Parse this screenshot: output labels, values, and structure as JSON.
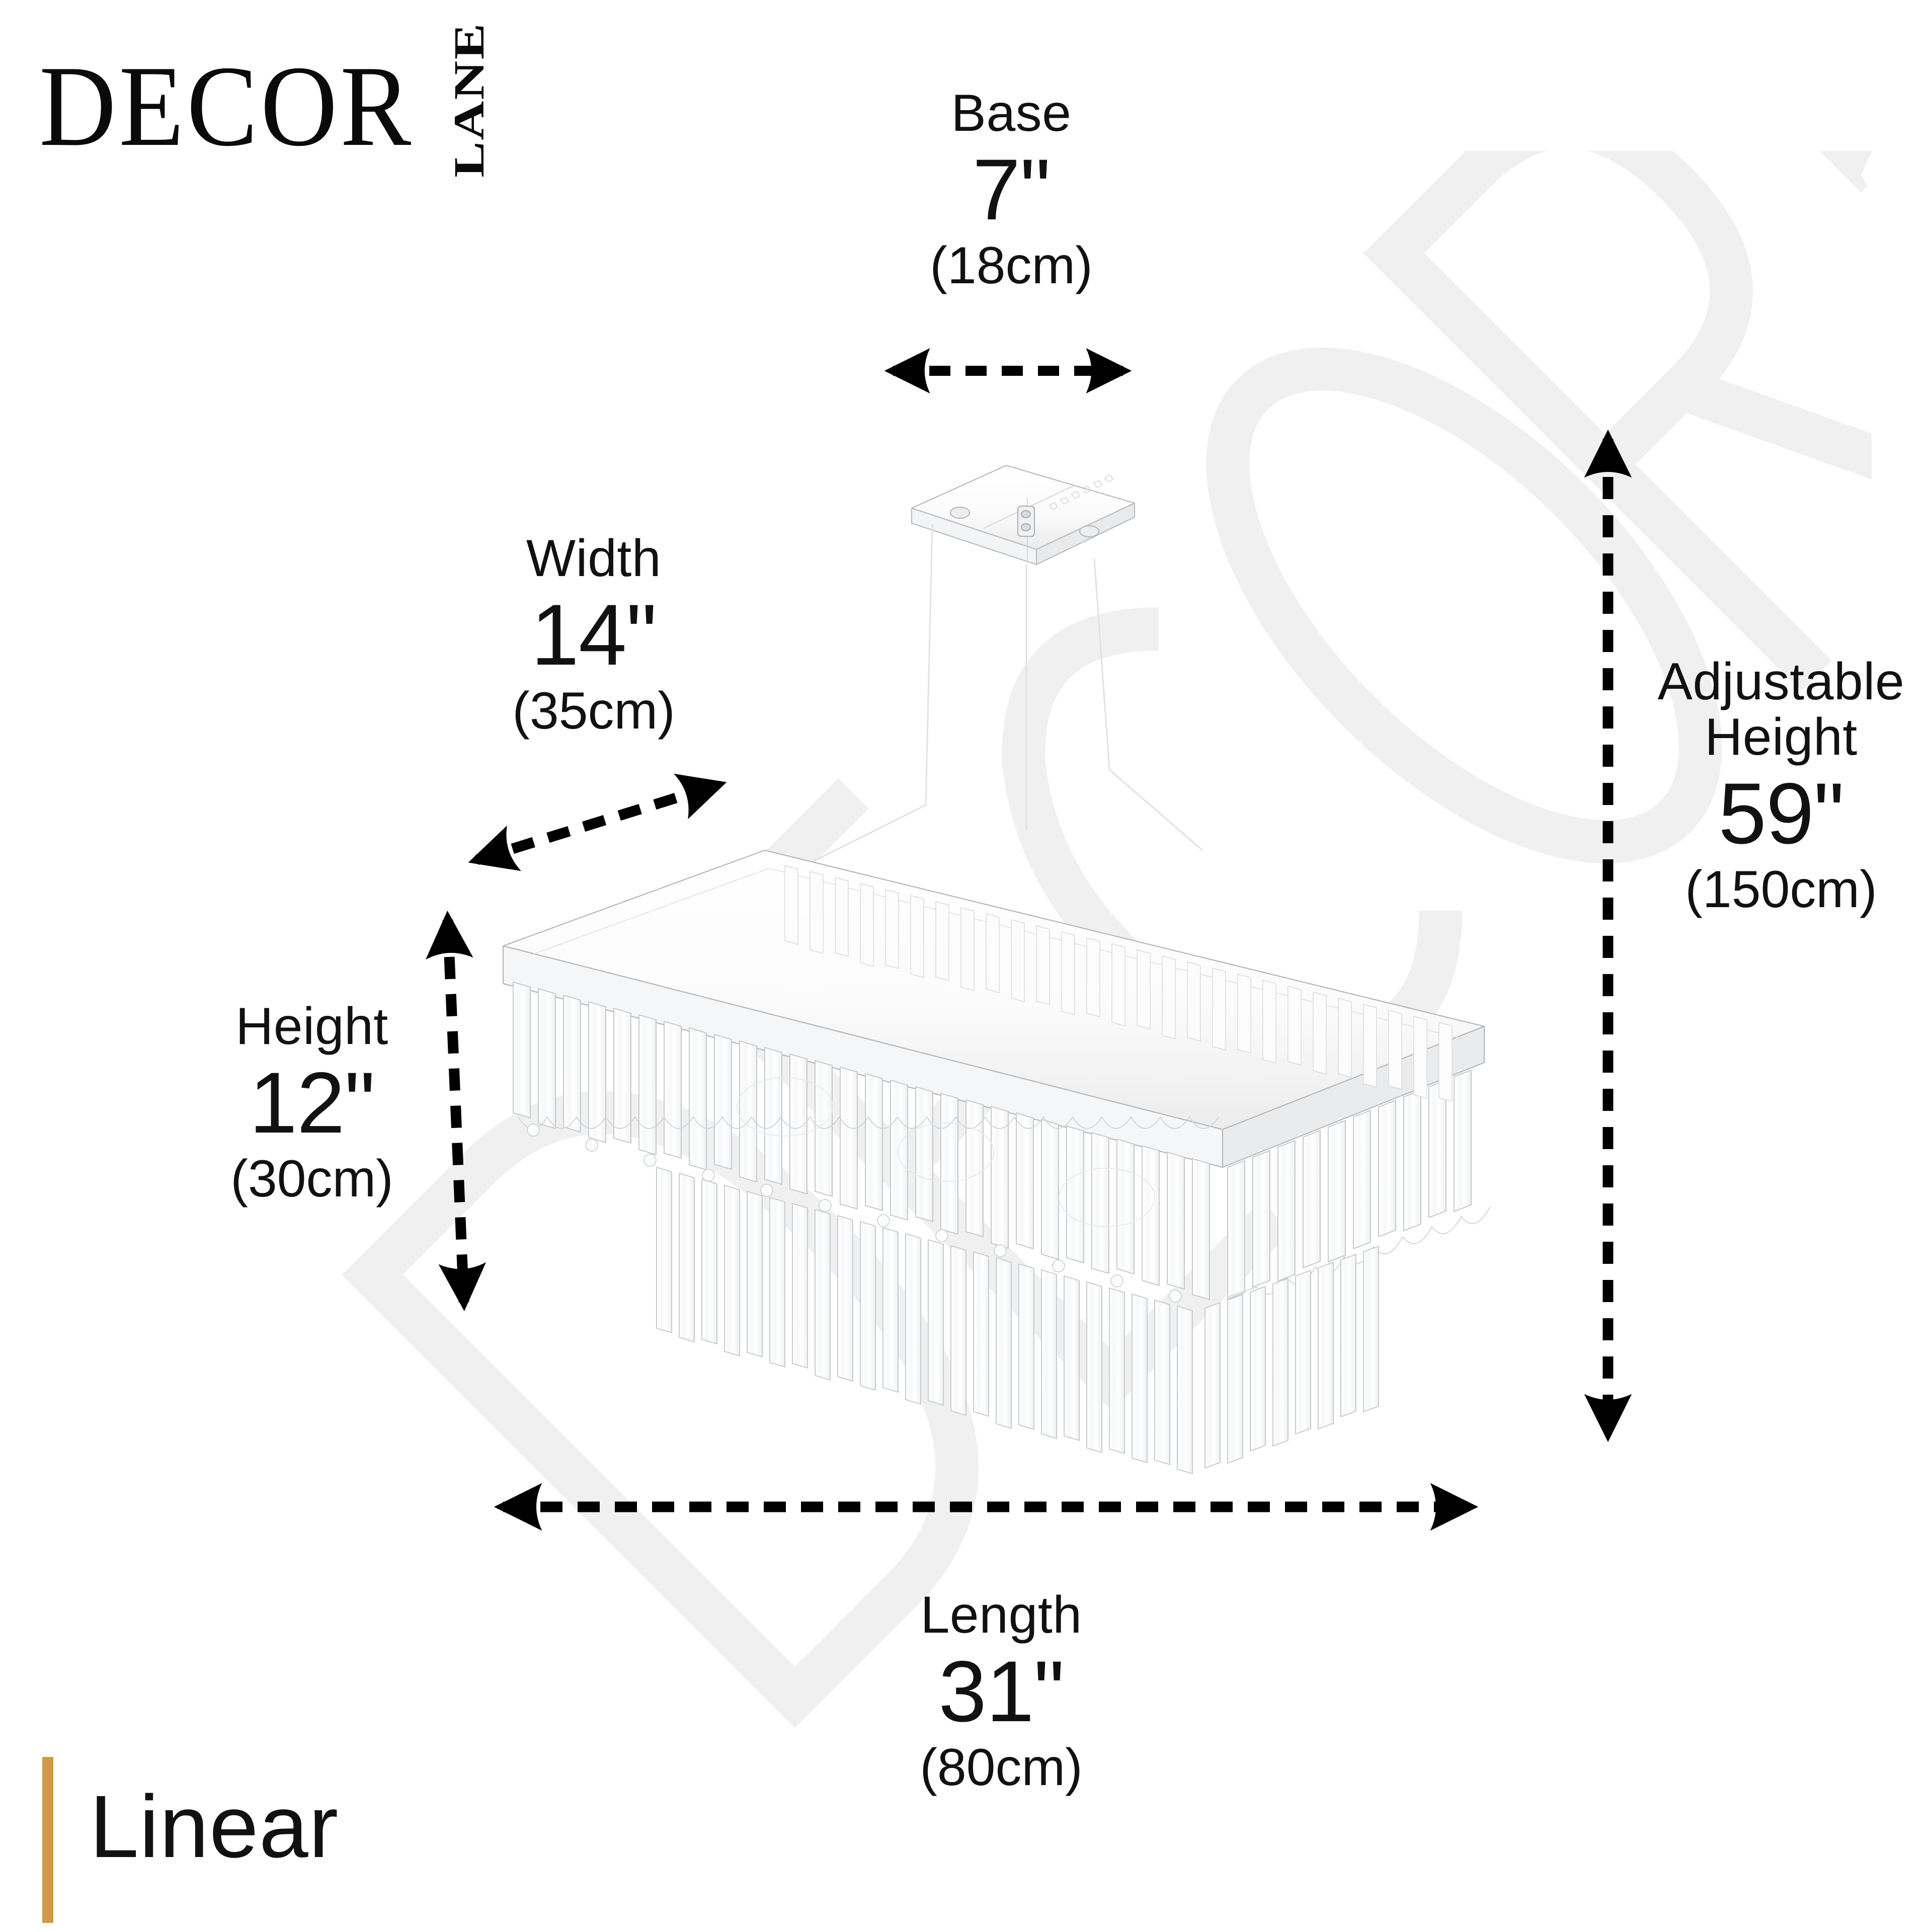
{
  "brand": {
    "logo_primary": "DECOR",
    "logo_secondary": "LANE",
    "watermark_text": "DECOR LANE",
    "accent_color": "#cf9b46"
  },
  "product": {
    "model_name": "Linear",
    "type": "rectangular crystal linear pendant chandelier",
    "finish": "chrome"
  },
  "measurements": {
    "base": {
      "label": "Base",
      "value_in": "7\"",
      "value_cm": "(18cm)",
      "arrow": "horizontal-double"
    },
    "width": {
      "label": "Width",
      "value_in": "14\"",
      "value_cm": "(35cm)",
      "arrow": "diagonal-double"
    },
    "height": {
      "label": "Height",
      "value_in": "12\"",
      "value_cm": "(30cm)",
      "arrow": "vertical-double"
    },
    "adjustable_height": {
      "label": "Adjustable\nHeight",
      "value_in": "59\"",
      "value_cm": "(150cm)",
      "arrow": "vertical-double"
    },
    "length": {
      "label": "Length",
      "value_in": "31\"",
      "value_cm": "(80cm)",
      "arrow": "horizontal-double"
    }
  }
}
